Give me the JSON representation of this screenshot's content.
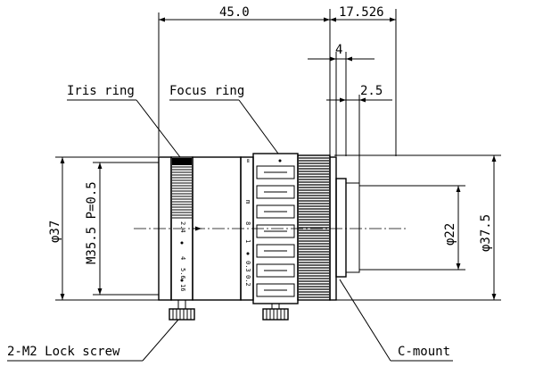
{
  "dimensions": {
    "overall_length": "45.0",
    "rear_length": "17.526",
    "flange_offset": "4",
    "mount_offset": "2.5",
    "front_diameter": "φ37",
    "filter_thread": "M35.5 P=0.5",
    "mount_diameter": "φ22",
    "body_diameter": "φ37.5"
  },
  "labels": {
    "iris_ring": "Iris ring",
    "focus_ring": "Focus ring",
    "lock_screw": "2-M2 Lock screw",
    "c_mount": "C-mount"
  },
  "iris_scale": [
    "2.4",
    "4",
    "5.6",
    "16"
  ],
  "focus_scale": [
    "∞",
    "m",
    "8",
    "1",
    "0.3",
    "0.2"
  ]
}
